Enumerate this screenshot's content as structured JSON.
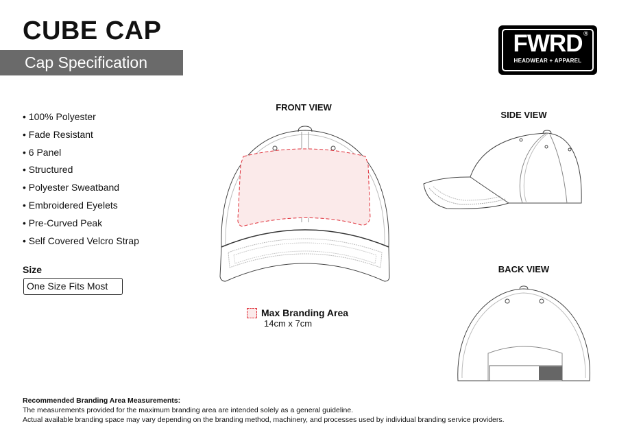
{
  "header": {
    "title": "CUBE CAP",
    "subtitle": "Cap Specification"
  },
  "logo": {
    "brand": "FWRD",
    "tagline": "HEADWEAR + APPAREL",
    "mark": "®"
  },
  "features": [
    "• 100% Polyester",
    "• Fade Resistant",
    "• 6 Panel",
    "• Structured",
    "• Polyester Sweatband",
    "• Embroidered Eyelets",
    "• Pre-Curved Peak",
    "• Self Covered Velcro Strap"
  ],
  "size": {
    "label": "Size",
    "value": "One Size Fits Most"
  },
  "views": {
    "front": "FRONT VIEW",
    "side": "SIDE VIEW",
    "back": "BACK VIEW"
  },
  "branding": {
    "label": "Max Branding Area",
    "dimensions": "14cm x 7cm",
    "color": "#e0303a"
  },
  "footer": {
    "heading": "Recommended Branding Area Measurements:",
    "line1": "The measurements provided for the maximum branding area are intended solely as a general guideline.",
    "line2": "Actual available branding space may vary depending on the branding method, machinery, and processes used by individual branding service providers."
  }
}
